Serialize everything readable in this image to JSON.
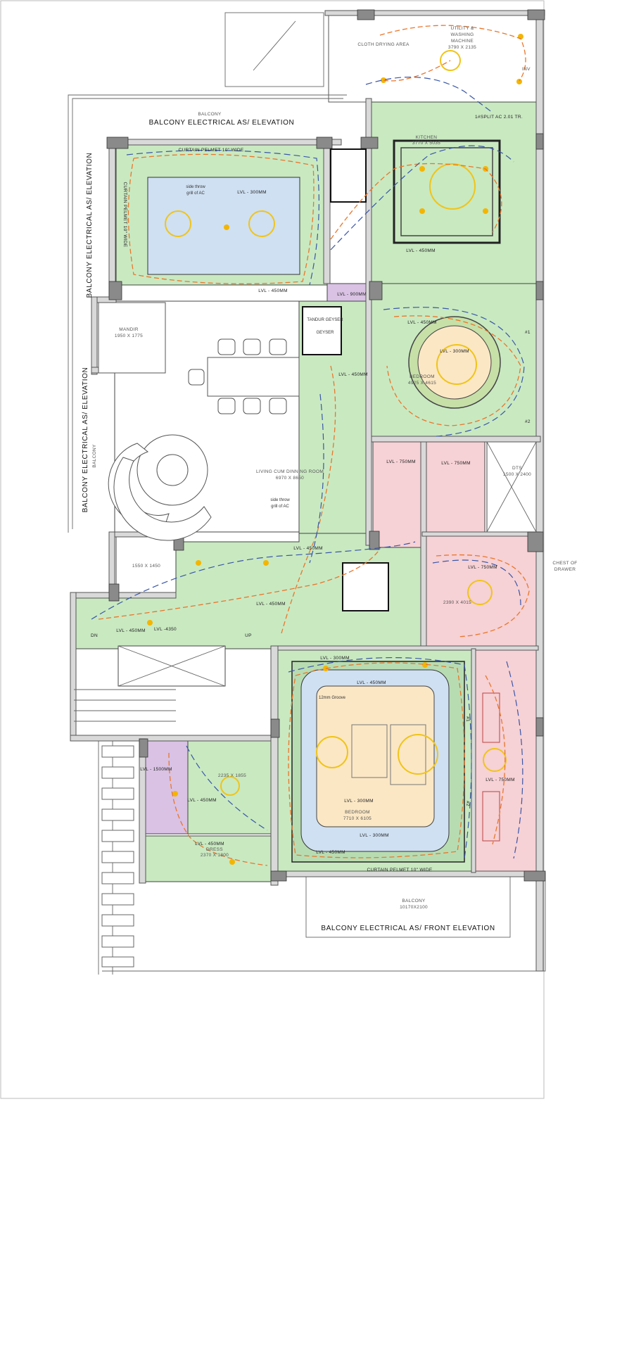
{
  "labels": {
    "cloth_drying": "CLOTH DRYING AREA",
    "utility_1": "UTILITY &",
    "utility_2": "WASHING",
    "utility_3": "MACHINE",
    "utility_dim": "3790 X 2135",
    "inv": "INV",
    "split_ac": "1#SPLIT AC 2.01 TR.",
    "balcony_top": "BALCONY",
    "balcony_top_title": "BALCONY ELECTRICAL AS/ ELEVATION",
    "curtain_pelmet_top": "CURTAIN PELMET 10\" WIDE",
    "curtain_pelmet_left": "CURTAIN PELMET 10\" WIDE",
    "side_throw_1": "side throw",
    "side_throw_2": "grill of AC",
    "bed_top_lvl_1": "LVL - 300MM",
    "bed_top_lvl_2": "LVL - 450MM",
    "kitchen": "KITCHEN",
    "kitchen_dim": "3770 X 5035",
    "kitchen_lvl": "LVL - 450MM",
    "lvl_900": "LVL - 900MM",
    "balcony_side_title_1": "BALCONY ELECTRICAL AS/ ELEVATION",
    "balcony_side_title_2": "BALCONY ELECTRICAL AS/ ELEVATION",
    "balcony_side": "BALCONY",
    "mandir": "MANDIR",
    "mandir_dim": "1950 X 1775",
    "geyser_1": "GEYSER",
    "geyser_2": "TANDUR GEYSER",
    "lvl_450_shaft": "LVL - 450MM",
    "bedroom_right_lvl_1": "LVL - 450MM",
    "bedroom_right_lvl_2": "LVL - 300MM",
    "bedroom_right": "BEDROOM",
    "bedroom_right_dim": "4925 X 4615",
    "living": "LIVING CUM DINNING ROOM",
    "living_dim": "6970 X 8650",
    "side_throw_3": "side throw",
    "side_throw_4": "grill of AC",
    "toilet_lvl_1": "LVL - 750MM",
    "toilet_lvl_2": "LVL - 750MM",
    "dts": "DTS",
    "dts_dim": "1500 X 2400",
    "lvl_450_mid": "LVL - 450MM",
    "pooja_dim": "1550 X 1450",
    "lvl_450_lobby": "LVL - 450MM",
    "lvl_450_left": "LVL - 450MM",
    "lvl_4350": "LVL -4350",
    "dn": "DN",
    "up": "UP",
    "toilet_right_lvl": "LVL - 750MM",
    "toilet_right_dim": "2390 X 4015",
    "chest_1": "CHEST OF",
    "chest_2": "DRAWER",
    "groove": "12mm Groove",
    "master_lvl_1": "LVL - 300MM",
    "master_lvl_2": "LVL - 450MM",
    "master_lvl_3": "LVL - 300MM",
    "master_lvl_4": "LVL - 300MM",
    "master_lvl_5": "LVL - 450MM",
    "bedroom_master": "BEDROOM",
    "bedroom_master_dim": "7710 X 6105",
    "lvl_750_side": "LVL - 750MM",
    "lvl_1500": "LVL - 1500MM",
    "wc_dim": "2235 X 1855",
    "lvl_450_wc": "LVL - 450MM",
    "lvl_450_bottom": "LVL - 450MM",
    "dress": "DRESS",
    "dress_dim": "2370 X 1800",
    "curtain_pelmet_bottom": "CURTAIN PELMET 10\" WIDE",
    "balcony_bottom": "BALCONY",
    "balcony_bottom_dim": "10170X2100",
    "balcony_front_title": "BALCONY ELECTRICAL AS/ FRONT ELEVATION",
    "no1": "#1",
    "no2": "#2"
  },
  "colors": {
    "room_green": "#c9e9c1",
    "room_blue": "#cfe0f2",
    "room_pink": "#f6d1d5",
    "room_purple": "#d9c2e4",
    "ceiling_cream": "#fbe7c4",
    "wire_orange": "#e9762b",
    "wire_blue": "#3a56a8",
    "fixture_yellow": "#f0c419"
  }
}
